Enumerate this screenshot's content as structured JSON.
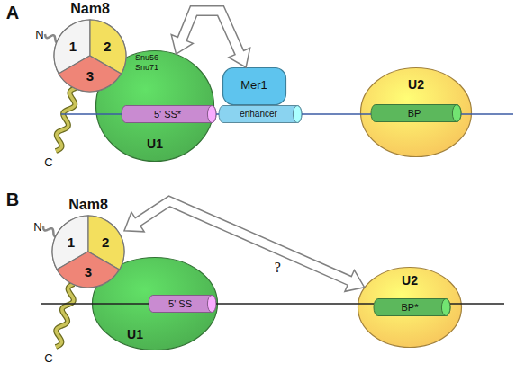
{
  "diagram": {
    "nodes": [
      {
        "text": [
          "Nam8"
        ]
      },
      {
        "text": [
          "1"
        ],
        "in": 0
      },
      {
        "text": [
          "2"
        ],
        "in": 0
      },
      {
        "text": [
          "3"
        ],
        "in": 0
      },
      {
        "text": [
          "Snu56",
          "Snu71",
          "U1"
        ]
      },
      {
        "text": [
          "5' SS*"
        ],
        "in": 4
      },
      {
        "text": [
          "Mer1"
        ]
      },
      {
        "text": [
          "enhancer"
        ]
      },
      {
        "text": [
          "U2"
        ]
      },
      {
        "text": [
          "BP"
        ],
        "in": 8
      },
      {
        "text": [
          "Nam8"
        ]
      },
      {
        "text": [
          "1"
        ],
        "in": 10
      },
      {
        "text": [
          "2"
        ],
        "in": 10
      },
      {
        "text": [
          "3"
        ],
        "in": 10
      },
      {
        "text": [
          "U1"
        ]
      },
      {
        "text": [
          "5' SS"
        ],
        "in": 14
      },
      {
        "text": [
          "U2"
        ]
      },
      {
        "text": [
          "BP*"
        ],
        "in": 16
      }
    ],
    "edges": [
      {
        "from": 4,
        "to": 6,
        "arrow": "both"
      },
      {
        "from": 12,
        "to": 16,
        "arrow": "both",
        "label": "?"
      }
    ],
    "labels": [
      "A",
      "N",
      "C",
      "B",
      "N",
      "C"
    ]
  }
}
